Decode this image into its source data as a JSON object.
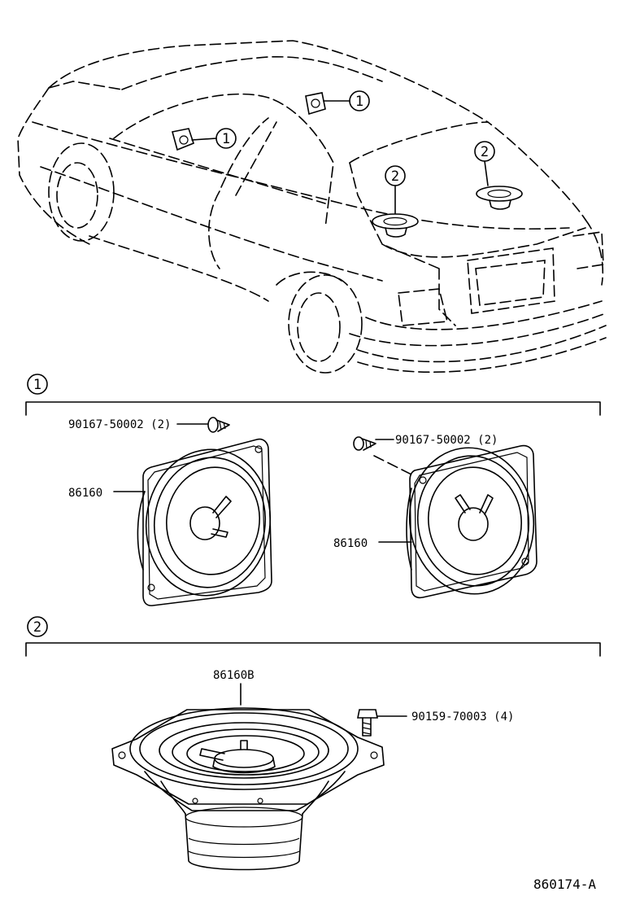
{
  "callouts": {
    "speaker_front": "1",
    "speaker_rear": "2"
  },
  "section1": {
    "number": "1",
    "left_bolt_label": "90167-50002 (2)",
    "left_speaker_label": "86160",
    "right_bolt_label": "90167-50002 (2)",
    "right_speaker_label": "86160"
  },
  "section2": {
    "number": "2",
    "speaker_label": "86160B",
    "bolt_label": "90159-70003 (4)"
  },
  "figure_id": "860174-A"
}
